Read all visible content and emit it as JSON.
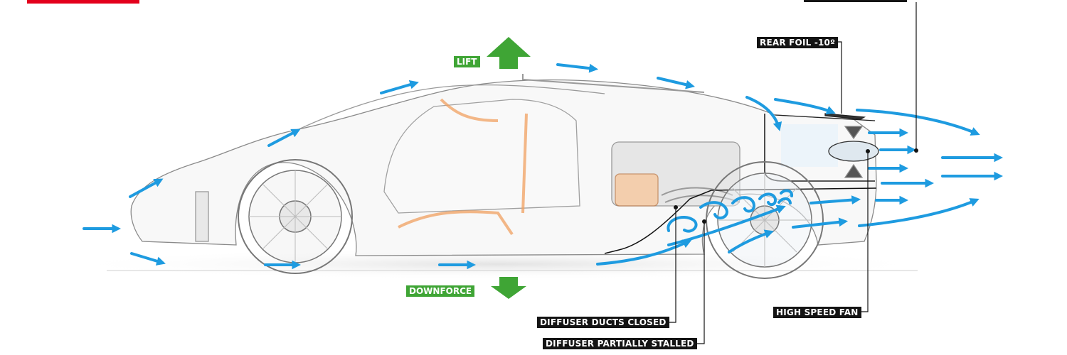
{
  "labels": {
    "rear_foil": "REAR FOIL -10º",
    "lift": "LIFT",
    "downforce": "DOWNFORCE",
    "diffuser_ducts_closed": "DIFFUSER DUCTS CLOSED",
    "diffuser_partially_stalled": "DIFFUSER PARTIALLY STALLED",
    "high_speed_fan": "HIGH SPEED FAN"
  },
  "colors": {
    "airflow": "#1e9be0",
    "force_arrow": "#3fa535",
    "label_bg": "#141414",
    "accent_bar": "#e3001b"
  }
}
